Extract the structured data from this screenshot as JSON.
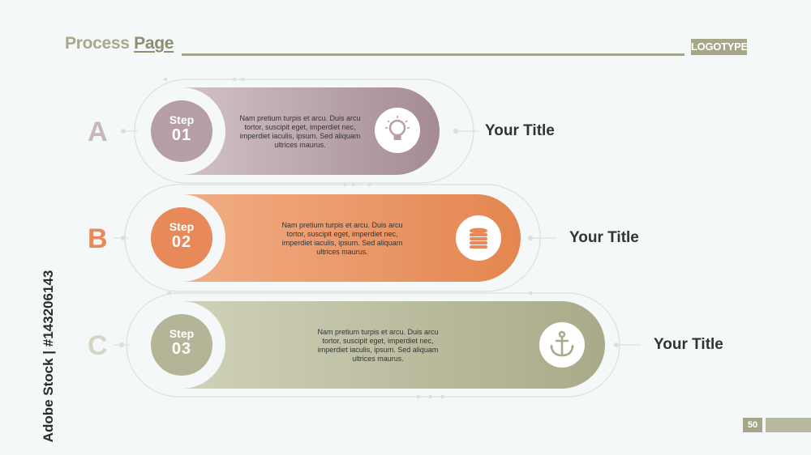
{
  "header": {
    "title_part1": "Process ",
    "title_part2": "Page",
    "logo": "LOGOTYPE"
  },
  "page_number": "50",
  "watermark": "Adobe Stock | #143206143",
  "steps": [
    {
      "letter": "A",
      "step_label": "Step",
      "step_number": "01",
      "body": "Nam pretium turpis et arcu. Duis arcu tortor, suscipit eget, imperdiet nec, imperdiet iaculis, ipsum. Sed aliquam ultrices maurus.",
      "icon": "lightbulb-icon",
      "title": "Your Title",
      "color": "#b69ea6"
    },
    {
      "letter": "B",
      "step_label": "Step",
      "step_number": "02",
      "body": "Nam pretium turpis et arcu. Duis arcu tortor, suscipit eget, imperdiet nec, imperdiet iaculis, ipsum. Sed aliquam ultrices maurus.",
      "icon": "coin-stack-icon",
      "title": "Your Title",
      "color": "#e8895a"
    },
    {
      "letter": "C",
      "step_label": "Step",
      "step_number": "03",
      "body": "Nam pretium turpis et arcu. Duis arcu tortor, suscipit eget, imperdiet nec, imperdiet iaculis, ipsum. Sed aliquam ultrices maurus.",
      "icon": "anchor-icon",
      "title": "Your Title",
      "color": "#b4b596"
    }
  ]
}
